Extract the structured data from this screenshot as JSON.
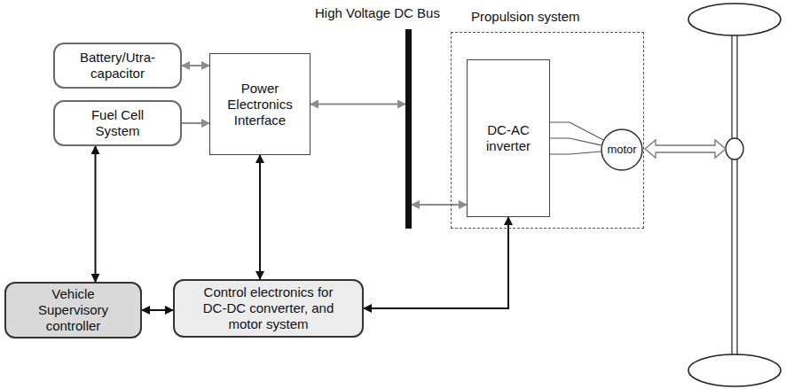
{
  "diagram": {
    "nodes": [
      {
        "text": [
          "Battery/Utra- capacitor"
        ]
      },
      {
        "text": [
          "Fuel Cell System"
        ]
      },
      {
        "text": [
          "Power Electronics Interface"
        ]
      },
      {
        "text": [
          "High Voltage DC Bus"
        ]
      },
      {
        "text": [
          "Propulsion system"
        ]
      },
      {
        "text": [
          "DC-AC inverter"
        ],
        "in": 4
      },
      {
        "text": [
          "motor"
        ],
        "in": 4
      },
      {
        "text": [
          "Vehicle Supervisory controller"
        ]
      },
      {
        "text": [
          "Control electronics for DC-DC converter, and motor system"
        ]
      }
    ],
    "edges": [
      {
        "from": 0,
        "to": 2,
        "arrow": "both"
      },
      {
        "from": 1,
        "to": 2,
        "arrow": "to"
      },
      {
        "from": 2,
        "to": 3,
        "arrow": "both"
      },
      {
        "from": 3,
        "to": 5,
        "arrow": "both"
      },
      {
        "from": 1,
        "to": 7,
        "arrow": "both"
      },
      {
        "from": 2,
        "to": 8,
        "arrow": "both"
      },
      {
        "from": 7,
        "to": 8,
        "arrow": "both"
      },
      {
        "from": 8,
        "to": 5,
        "arrow": "both"
      },
      {
        "from": 5,
        "to": 6,
        "arrow": "none"
      },
      {
        "from": 5,
        "to": 6,
        "arrow": "none"
      },
      {
        "from": 5,
        "to": 6,
        "arrow": "none"
      }
    ]
  }
}
